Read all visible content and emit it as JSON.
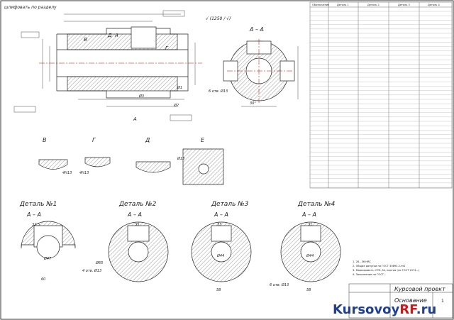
{
  "sheet": {
    "top_note": "шлифовать по разделу",
    "roughness_note": "√ (1250 / √)",
    "section_label_main": "А – А",
    "holes_main": "6 отв. Ø13",
    "views": {
      "v": "В",
      "g": "Г",
      "d": "Д",
      "e": "Е"
    },
    "view_dims": {
      "v_fit": "4Н13",
      "g_fit": "4Н13",
      "e_holes": "Ø13"
    },
    "details": [
      {
        "title": "Деталь №1",
        "section": "А – А",
        "width": "31.5",
        "bottom": "60",
        "dia": "Ø47",
        "holes": ""
      },
      {
        "title": "Деталь №2",
        "section": "А – А",
        "width": "35",
        "bottom": "",
        "dia": "Ø65",
        "holes": "4 отв. Ø13"
      },
      {
        "title": "Деталь №3",
        "section": "А – А",
        "width": "33",
        "bottom": "58",
        "dia": "Ø44",
        "holes": ""
      },
      {
        "title": "Деталь №4",
        "section": "А – А",
        "width": "31",
        "bottom": "58",
        "dia": "Ø44",
        "holes": "6 отв. Ø13"
      }
    ],
    "spec_header": [
      "Обозначение",
      "Деталь 1",
      "Деталь 2",
      "Деталь 3",
      "Деталь 4"
    ],
    "notes": [
      "1. 28...36 HRC",
      "2. Общие допуски по ГОСТ 30893.2-mK",
      "3. Маркировать: ОТК, №, партия (по ГОСТ 1574...)",
      "4. Заполнение по ГОСТ..."
    ],
    "title_block": {
      "project": "Курсовой проект",
      "name": "Основание",
      "sheet_no": "1"
    },
    "watermark": {
      "main": "Kursovoy",
      "accent": "RF",
      "suffix": ".ru"
    }
  }
}
